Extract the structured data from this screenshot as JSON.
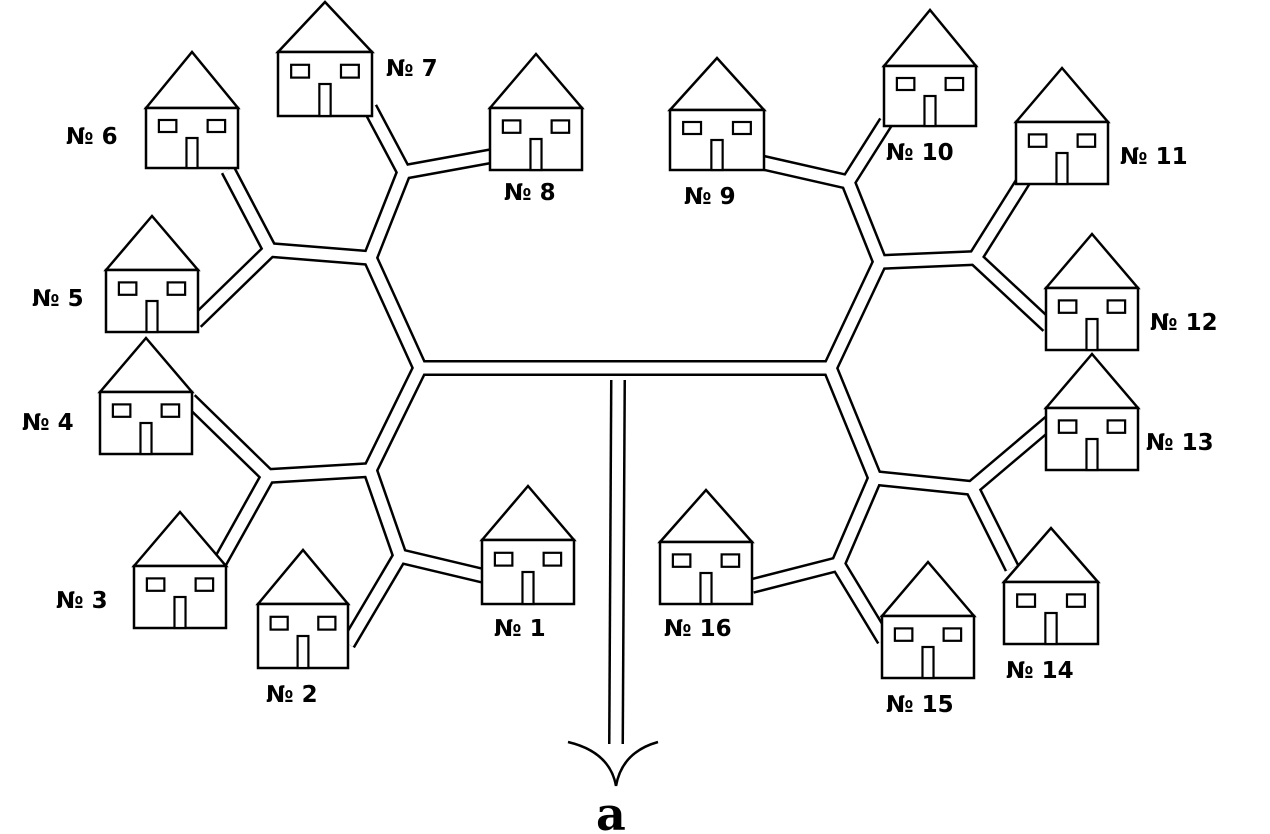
{
  "diagram": {
    "house_labels": [
      "№ 1",
      "№ 2",
      "№ 3",
      "№ 4",
      "№ 5",
      "№ 6",
      "№ 7",
      "№ 8",
      "№ 9",
      "№ 10",
      "№ 11",
      "№ 12",
      "№ 13",
      "№ 14",
      "№ 15",
      "№ 16"
    ],
    "endpoint_label": "a",
    "ink_color": "#000000"
  }
}
